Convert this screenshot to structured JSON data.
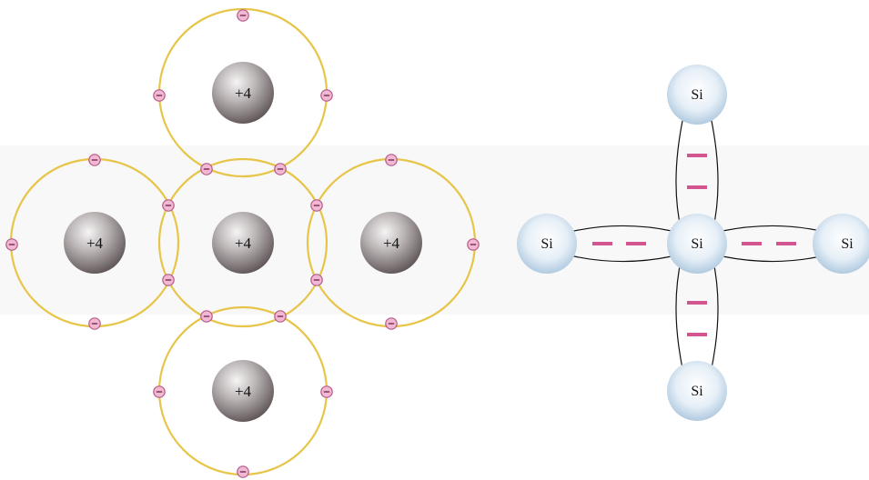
{
  "colors": {
    "orbit": "#e7c548",
    "electron_fill": "#f0b8d2",
    "electron_stroke": "#b45a87",
    "bond_line": "#111111",
    "bond_dash": "#d2558f",
    "nucleus_dark": "#6c6264",
    "nucleus_light": "#f6f4f4",
    "si_sphere_light": "#ffffff",
    "si_sphere_dark": "#a8c4dc",
    "band": "#f8f8f8"
  },
  "left_diagram": {
    "nucleus_charge": "+4",
    "electron_sign": "−",
    "atoms": [
      {
        "id": "top",
        "charge": "+4"
      },
      {
        "id": "left",
        "charge": "+4"
      },
      {
        "id": "center",
        "charge": "+4"
      },
      {
        "id": "right",
        "charge": "+4"
      },
      {
        "id": "bottom",
        "charge": "+4"
      }
    ]
  },
  "right_diagram": {
    "atoms": [
      {
        "id": "top",
        "label": "Si"
      },
      {
        "id": "left",
        "label": "Si"
      },
      {
        "id": "center",
        "label": "Si"
      },
      {
        "id": "right",
        "label": "Si"
      },
      {
        "id": "bottom",
        "label": "Si"
      }
    ]
  }
}
